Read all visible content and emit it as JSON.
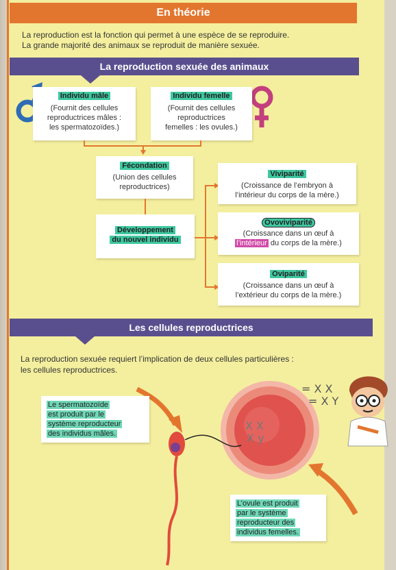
{
  "header": {
    "title": "En théorie"
  },
  "intro": {
    "line1": "La reproduction est la fonction qui permet à une espèce de se reproduire.",
    "line2": "La grande majorité des animaux se reproduit de manière sexuée."
  },
  "section1": {
    "title": "La reproduction sexuée des animaux"
  },
  "male": {
    "title": "Individu mâle",
    "l1": "(Fournit des cellules",
    "l2": "reproductrices mâles :",
    "l3": "les spermatozoïdes.)"
  },
  "female": {
    "title": "Individu femelle",
    "l1": "(Fournit des cellules",
    "l2": "reproductrices",
    "l3": "femelles : les ovules.)"
  },
  "fecondation": {
    "title": "Fécondation",
    "l1": "(Union des cellules",
    "l2": "reproductrices)"
  },
  "developpement": {
    "l1": "Développement",
    "l2": "du nouvel individu"
  },
  "viviparite": {
    "title": "Viviparité",
    "l1": "(Croissance de l’embryon à",
    "l2": "l’intérieur du corps de la mère.)"
  },
  "ovoviviparite": {
    "title": "Ovoviviparité",
    "l1": "(Croissance dans un œuf à",
    "l2a": "l’intérieur",
    "l2b": " du corps de la mère.)"
  },
  "oviparite": {
    "title": "Oviparité",
    "l1": "(Croissance dans un œuf à",
    "l2": "l’extérieur du corps de la mère.)"
  },
  "section2": {
    "title": "Les cellules reproductrices"
  },
  "cells": {
    "line1": "La reproduction sexuée requiert l’implication de deux cellules particulières :",
    "line2": "les cellules reproductrices."
  },
  "sperm_label": {
    "l1": "Le spermatozoïde",
    "l2": "est produit par le",
    "l3": "système reproducteur",
    "l4": "des individus mâles."
  },
  "ovule_label": {
    "l1": "L’ovule est produit",
    "l2": "par le système",
    "l3": "reproducteur des",
    "l4": "individus femelles."
  },
  "handwriting": {
    "xx": "= X X",
    "xy": "= X Y",
    "c1": "X X",
    "c2": "X y"
  },
  "colors": {
    "orange": "#e3762f",
    "purple": "#5a4f8e",
    "green_highlight": "#3ec7a0",
    "pink_highlight": "#d14ba8",
    "paper": "#f4ef9e"
  }
}
